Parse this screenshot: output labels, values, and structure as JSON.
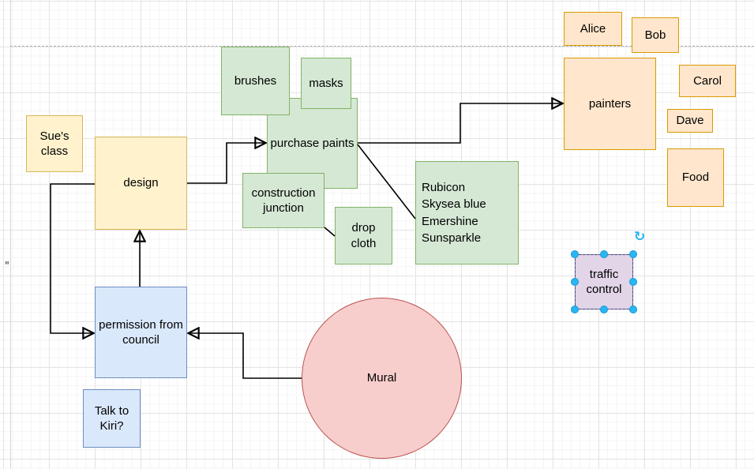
{
  "palette": {
    "orange_fill": "#ffe6cc",
    "orange_stroke": "#d79b00",
    "green_fill": "#d5e8d4",
    "green_stroke": "#82b366",
    "yellow_fill": "#fff2cc",
    "yellow_stroke": "#d6b656",
    "blue_fill": "#dae8fc",
    "blue_stroke": "#6c8ebf",
    "purple_fill": "#e1d5e7",
    "purple_stroke": "#9673a6",
    "red_fill": "#f8cecc",
    "red_stroke": "#b85450",
    "connector": "#000000",
    "selection_handle": "#29b6f2"
  },
  "nodes": {
    "alice": {
      "label": "Alice"
    },
    "bob": {
      "label": "Bob"
    },
    "carol": {
      "label": "Carol"
    },
    "dave": {
      "label": "Dave"
    },
    "food": {
      "label": "Food"
    },
    "painters": {
      "label": "painters"
    },
    "sues_class": {
      "label": "Sue's class"
    },
    "design": {
      "label": "design"
    },
    "brushes": {
      "label": "brushes"
    },
    "masks": {
      "label": "masks"
    },
    "purchase_paints": {
      "label": "purchase paints"
    },
    "construction_junction": {
      "label": "construction junction"
    },
    "drop_cloth": {
      "label": "drop cloth"
    },
    "paint_colors": {
      "label": "Rubicon\nSkysea blue\nEmershine\nSunsparkle"
    },
    "traffic_control": {
      "label": "traffic control",
      "selected": true
    },
    "permission_from_council": {
      "label": "permission from council"
    },
    "talk_to_kiri": {
      "label": "Talk to Kiri?"
    },
    "mural": {
      "label": "Mural"
    }
  },
  "edges": [
    {
      "from": "design",
      "to": "purchase_paints",
      "arrow": true
    },
    {
      "from": "design",
      "to": "permission_from_council",
      "arrow": true
    },
    {
      "from": "permission_from_council",
      "to": "design",
      "arrow": true
    },
    {
      "from": "mural",
      "to": "permission_from_council",
      "arrow": true
    },
    {
      "from": "purchase_paints",
      "to": "painters",
      "arrow": true
    },
    {
      "from": "purchase_paints",
      "to": "paint_colors",
      "arrow": false
    },
    {
      "from": "construction_junction",
      "to": "drop_cloth",
      "arrow": false
    }
  ],
  "icons": {
    "rotate": "↻"
  },
  "annotations": {
    "stray_mark": "\""
  }
}
